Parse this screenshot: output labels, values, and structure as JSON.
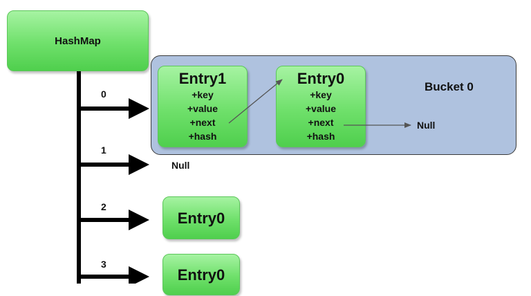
{
  "hashmap": {
    "label": "HashMap"
  },
  "bucket": {
    "label": "Bucket 0"
  },
  "indices": [
    "0",
    "1",
    "2",
    "3"
  ],
  "entries": {
    "entry1": {
      "title": "Entry1",
      "fields": [
        "+key",
        "+value",
        "+next",
        "+hash"
      ]
    },
    "entry0_bucket": {
      "title": "Entry0",
      "fields": [
        "+key",
        "+value",
        "+next",
        "+hash"
      ]
    },
    "entry0_index2": {
      "title": "Entry0"
    },
    "entry0_index3": {
      "title": "Entry0"
    }
  },
  "nulls": {
    "bucket_next": "Null",
    "index1": "Null"
  },
  "colors": {
    "entry_green": "#6fe06b",
    "bucket_blue": "#afc2df",
    "line_black": "#000000"
  }
}
